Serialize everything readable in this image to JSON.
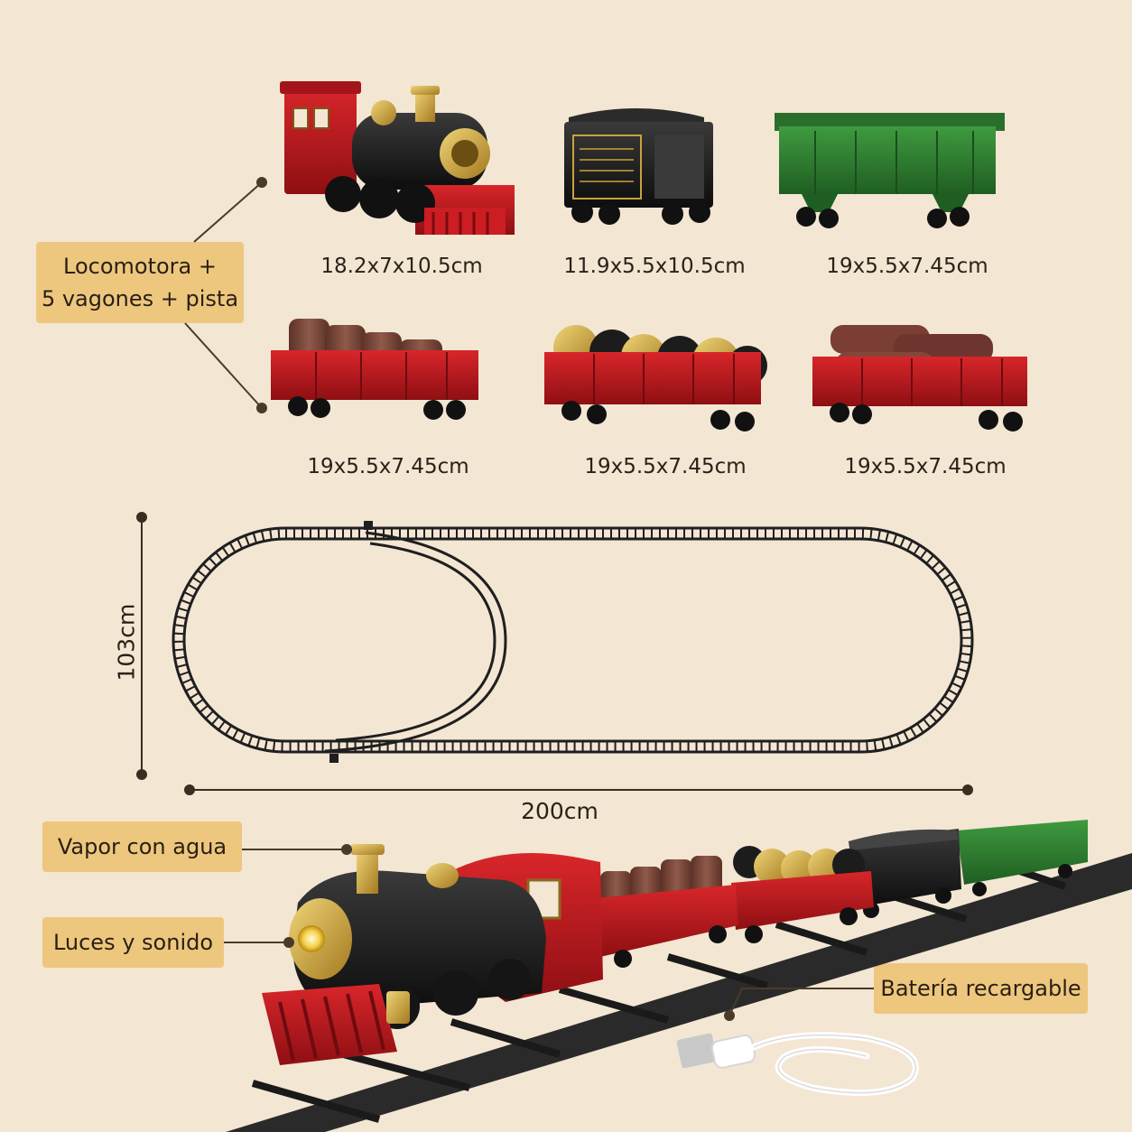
{
  "callouts": {
    "set_contents": [
      "Locomotora +",
      "5 vagones + pista"
    ],
    "steam": "Vapor con agua",
    "lights": "Luces y sonido",
    "battery": "Batería recargable"
  },
  "cars": [
    {
      "name": "locomotive",
      "dimensions": "18.2x7x10.5cm"
    },
    {
      "name": "coal-tender",
      "dimensions": "11.9x5.5x10.5cm"
    },
    {
      "name": "green-hopper",
      "dimensions": "19x5.5x7.45cm"
    },
    {
      "name": "barrel-wagon",
      "dimensions": "19x5.5x7.45cm"
    },
    {
      "name": "spool-wagon",
      "dimensions": "19x5.5x7.45cm"
    },
    {
      "name": "log-wagon",
      "dimensions": "19x5.5x7.45cm"
    }
  ],
  "track": {
    "height": "103cm",
    "width": "200cm"
  },
  "colors": {
    "background": "#f3e6d3",
    "label": "#edc77e",
    "train_red": "#b3151b",
    "track_black": "#1f1f1f",
    "hopper_green": "#2e7d32",
    "brass": "#c9a23a"
  }
}
